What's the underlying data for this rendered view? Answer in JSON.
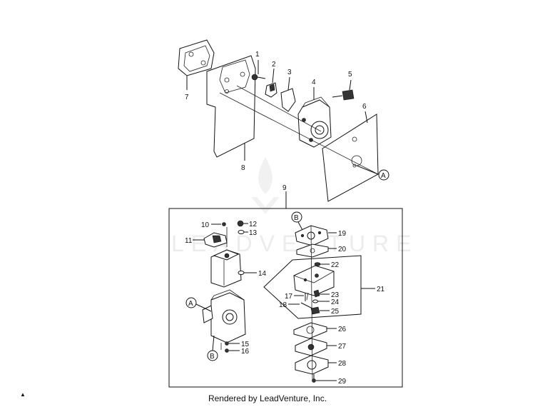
{
  "callouts": {
    "n1": "1",
    "n2": "2",
    "n3": "3",
    "n4": "4",
    "n5": "5",
    "n6": "6",
    "n7": "7",
    "n8": "8",
    "n9": "9",
    "n10": "10",
    "n11": "11",
    "n12": "12",
    "n13": "13",
    "n14": "14",
    "n15": "15",
    "n16": "16",
    "n17": "17",
    "n18": "18",
    "n19": "19",
    "n20": "20",
    "n21": "21",
    "n22": "22",
    "n23": "23",
    "n24": "24",
    "n25": "25",
    "n26": "26",
    "n27": "27",
    "n28": "28",
    "n29": "29"
  },
  "markers": {
    "a": "A",
    "b": "B"
  },
  "watermark": "LEADVENTURE",
  "footer": "Rendered by LeadVenture, Inc.",
  "corner_glyph": "▲"
}
